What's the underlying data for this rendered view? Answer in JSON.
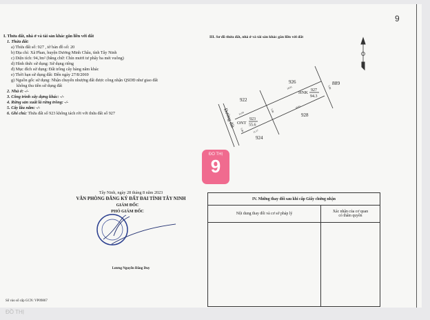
{
  "corner_number": "9",
  "section1": {
    "heading": "I. Thửa đất, nhà ở và tài sản khác gắn liền với đất",
    "sub1": "1. Thửa đất:",
    "a": "a) Thửa đất số:   927    , tờ bản đồ số:    20",
    "b": "b) Địa chỉ: Xã Phan, huyện Dương Minh Châu, tỉnh Tây Ninh",
    "c": "c) Diện tích: 94,3m² (bằng chữ: Chín mươi tư phẩy ba mét vuông)",
    "d1": "d) Hình thức sử dụng: Sử dụng riêng",
    "d2": "đ) Mục đích sử dụng: Đất trồng cây hàng năm khác",
    "e": "e) Thời hạn sử dụng đất: Đến ngày 27/8/2069",
    "g1": "g) Nguồn gốc sử dụng: Nhận chuyển nhượng đất được công nhận QSDĐ như giao đất",
    "g2": "không thu tiền sử dụng đất",
    "s2": "2. Nhà ở: -/-",
    "s3": "3. Công trình xây dựng khác: -/-",
    "s4": "4. Rừng sản xuất là rừng trồng: -/-",
    "s5": "5. Cây lâu năm: -/-",
    "s6_label": "6. Ghi chú:",
    "s6_text": "Thửa đất số 923  không tách rời với thửa đất số 927"
  },
  "section3": {
    "heading": "III. Sơ đồ thửa đất, nhà ở và tài sản khác gắn liền với đất",
    "parcels": {
      "p926": "926",
      "p889": "889",
      "p922": "922",
      "p928": "928",
      "p924": "924"
    },
    "ont": {
      "code": "ONT",
      "number": "923",
      "area": "55.6"
    },
    "hnk": {
      "code": "HNK",
      "number": "927",
      "area": "94.3"
    },
    "road": "Đường đất",
    "dims": {
      "d1": "11.09",
      "d2": "18.91",
      "d3": "18.83",
      "d4": "11.17",
      "d5": "5.00",
      "d6": "5.00",
      "d7": "5.00",
      "d8": "5.00"
    }
  },
  "logo": {
    "text": "ĐỒ THỊ",
    "number": "9",
    "color": "#f06b8f"
  },
  "signature": {
    "date": "Tây Ninh, ngày 28 tháng 8 năm 2023",
    "office": "VĂN PHÒNG ĐĂNG KÝ ĐẤT ĐAI TỈNH TÂY NINH",
    "role1": "GIÁM ĐỐC",
    "role2": "PHÓ GIÁM ĐỐC",
    "name": "Lương Nguyễn Đăng Duy",
    "stamp": "VĂN PHÒNG ĐĂNG KÝ ĐẤT ĐAI TÂY NINH"
  },
  "registry": "Số vào sổ cấp GCN: VP09867",
  "section4": {
    "heading": "IV. Những thay đổi sau khi cấp Giấy chứng nhận",
    "col1": "Nội dung thay đổi và cơ sở pháp lý",
    "col2a": "Xác nhận của cơ quan",
    "col2b": "có thẩm quyền"
  },
  "watermark": "ĐỒ THỊ"
}
